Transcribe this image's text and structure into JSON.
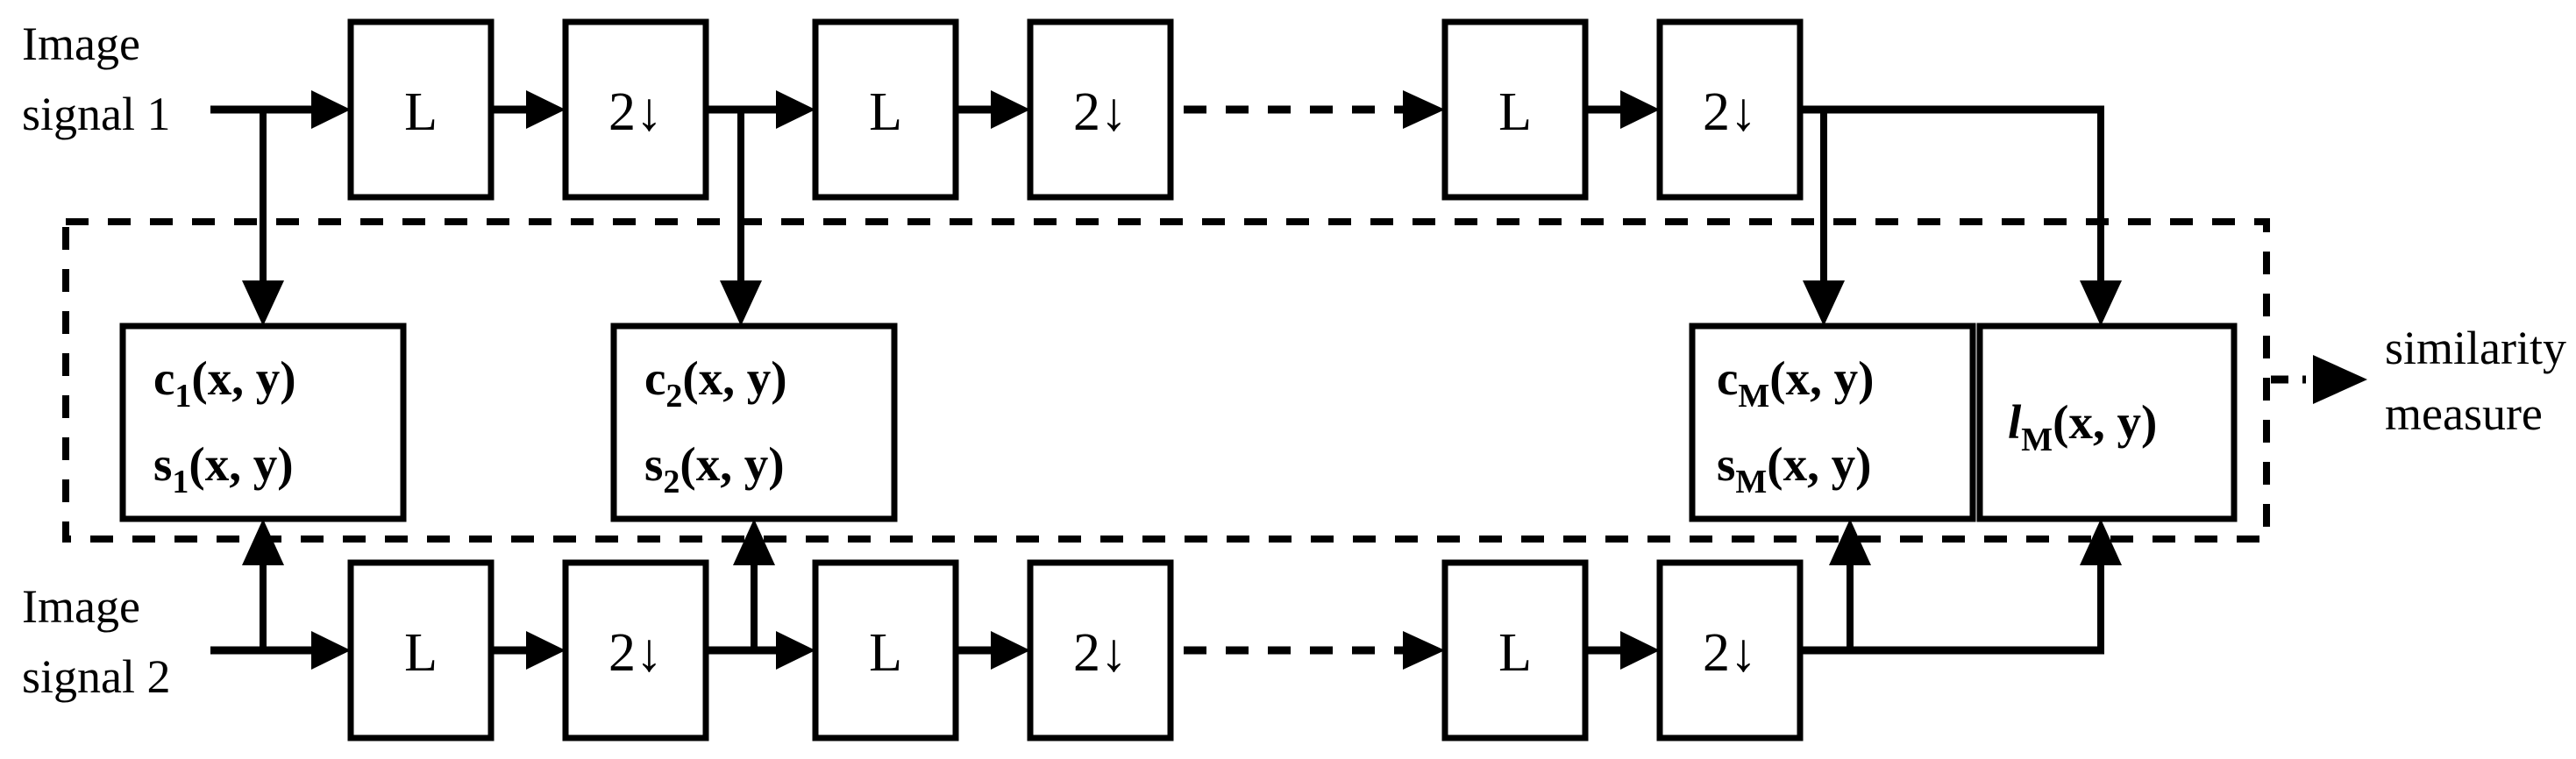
{
  "diagram": {
    "title": "Multi-scale structural similarity (MS-SSIM) block diagram",
    "type": "signal-flow-block-diagram",
    "colors": {
      "stroke": "#000000",
      "background": "#ffffff",
      "text": "#000000"
    },
    "inputs": [
      {
        "id": "input-1",
        "label_line1": "Image",
        "label_line2": "signal 1"
      },
      {
        "id": "input-2",
        "label_line1": "Image",
        "label_line2": "signal 2"
      }
    ],
    "output": {
      "id": "output-similarity",
      "label_line1": "similarity",
      "label_line2": "measure"
    },
    "blocks": {
      "lowpass_label": "L",
      "downsample_label": "2↓"
    },
    "top_chain": [
      {
        "name": "L",
        "label": "L"
      },
      {
        "name": "2down",
        "label": "2↓"
      },
      {
        "name": "L",
        "label": "L"
      },
      {
        "name": "2down",
        "label": "2↓"
      },
      {
        "name": "ellipsis",
        "label": ""
      },
      {
        "name": "L",
        "label": "L"
      },
      {
        "name": "2down",
        "label": "2↓"
      }
    ],
    "bottom_chain": [
      {
        "name": "L",
        "label": "L"
      },
      {
        "name": "2down",
        "label": "2↓"
      },
      {
        "name": "L",
        "label": "L"
      },
      {
        "name": "2down",
        "label": "2↓"
      },
      {
        "name": "ellipsis",
        "label": ""
      },
      {
        "name": "L",
        "label": "L"
      },
      {
        "name": "2down",
        "label": "2↓"
      }
    ],
    "measure_boxes": [
      {
        "id": "scale-1",
        "line1_fn": "c",
        "line1_sub": "1",
        "line1_args": "(x, y)",
        "line2_fn": "s",
        "line2_sub": "1",
        "line2_args": "(x, y)",
        "line1_text": "c₁ (x, y)",
        "line2_text": "s₁ (x, y)"
      },
      {
        "id": "scale-2",
        "line1_fn": "c",
        "line1_sub": "2",
        "line1_args": "(x, y)",
        "line2_fn": "s",
        "line2_sub": "2",
        "line2_args": "(x, y)",
        "line1_text": "c₂ (x, y)",
        "line2_text": "s₂ (x, y)"
      },
      {
        "id": "scale-M",
        "line1_fn": "c",
        "line1_sub": "M",
        "line1_args": "(x, y)",
        "line2_fn": "s",
        "line2_sub": "M",
        "line2_args": "(x, y)",
        "line1_text": "c_M (x, y)",
        "line2_text": "s_M (x, y)"
      },
      {
        "id": "luminance-M",
        "line1_fn": "l",
        "line1_sub": "M",
        "line1_args": "(x, y)",
        "line2_fn": "",
        "line2_sub": "",
        "line2_args": "",
        "line1_text": "l_M (x, y)",
        "line2_text": ""
      }
    ],
    "combiner": {
      "id": "similarity-region",
      "style": "dashed-rectangle",
      "note": "dashed boundary enclosing all scale comparison boxes"
    }
  }
}
